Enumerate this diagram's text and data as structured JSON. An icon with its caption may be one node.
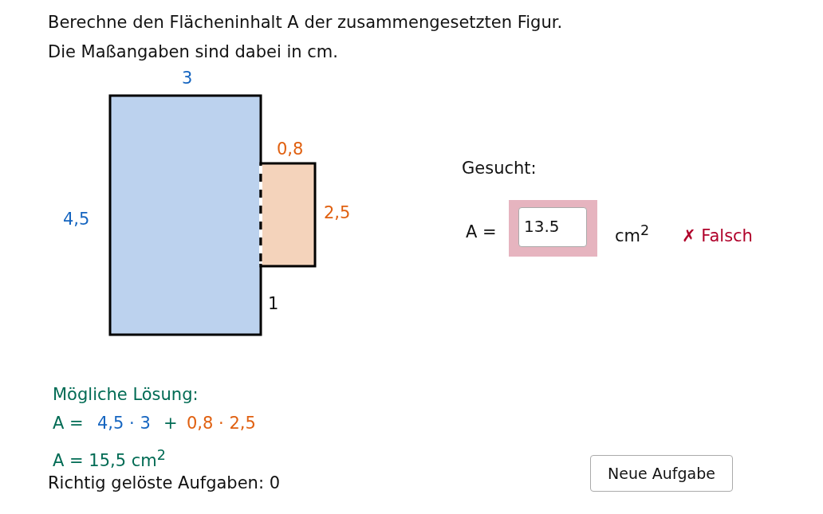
{
  "diagram": {
    "title": "Berechne den Flächeninhalt A der zusammengesetzten Figur.",
    "labels": [
      "Die Maßangaben sind dabei in cm.",
      "3",
      "0,8",
      "4,5",
      "2,5",
      "1",
      "Gesucht:",
      "A =",
      "13.5",
      "cm$^{2}$",
      "✗ Falsch",
      "Mögliche Lösung:",
      "A =",
      "4,5 · 3",
      "+",
      "0,8 · 2,5",
      "A = 15,5 cm$^{2}$",
      "Richtig gelöste Aufgaben: 0",
      "Neue Aufgabe"
    ]
  }
}
